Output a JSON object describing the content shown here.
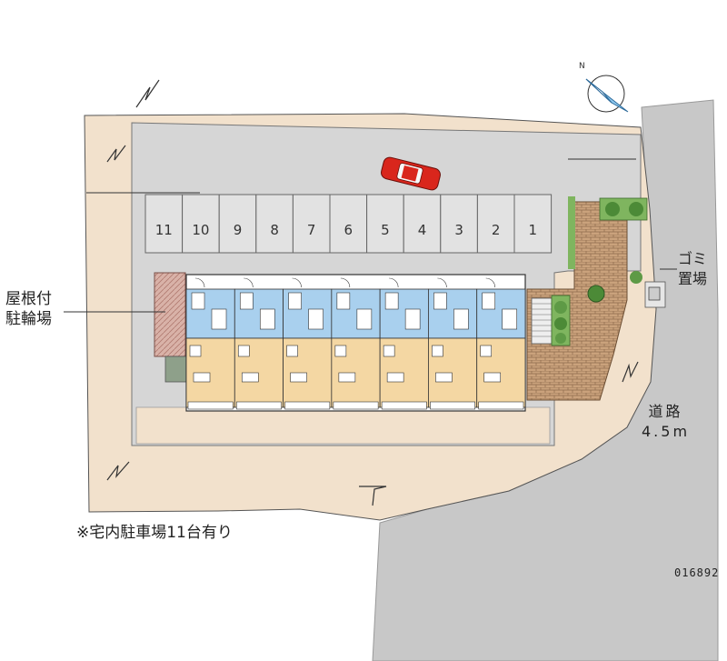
{
  "labels": {
    "bike_parking_line1": "屋根付",
    "bike_parking_line2": "駐輪場",
    "garbage_line1": "ゴミ",
    "garbage_line2": "置場",
    "road_line1": "道路",
    "road_line2": "4.5m",
    "note": "※宅内駐車場11台有り",
    "code": "016892",
    "compass_letter": "N"
  },
  "parking_spaces": [
    "11",
    "10",
    "9",
    "8",
    "7",
    "6",
    "5",
    "4",
    "3",
    "2",
    "1"
  ],
  "units_per_row": 7,
  "colors": {
    "road": "#c8c8c8",
    "lot_beige": "#f2e1cc",
    "parking_gray": "#d6d6d6",
    "unit_blue": "#a9d0ee",
    "unit_tan": "#f4d7a3",
    "brick": "#c9a37e",
    "greenery": "#5e9a46",
    "car": "#d9261c"
  }
}
